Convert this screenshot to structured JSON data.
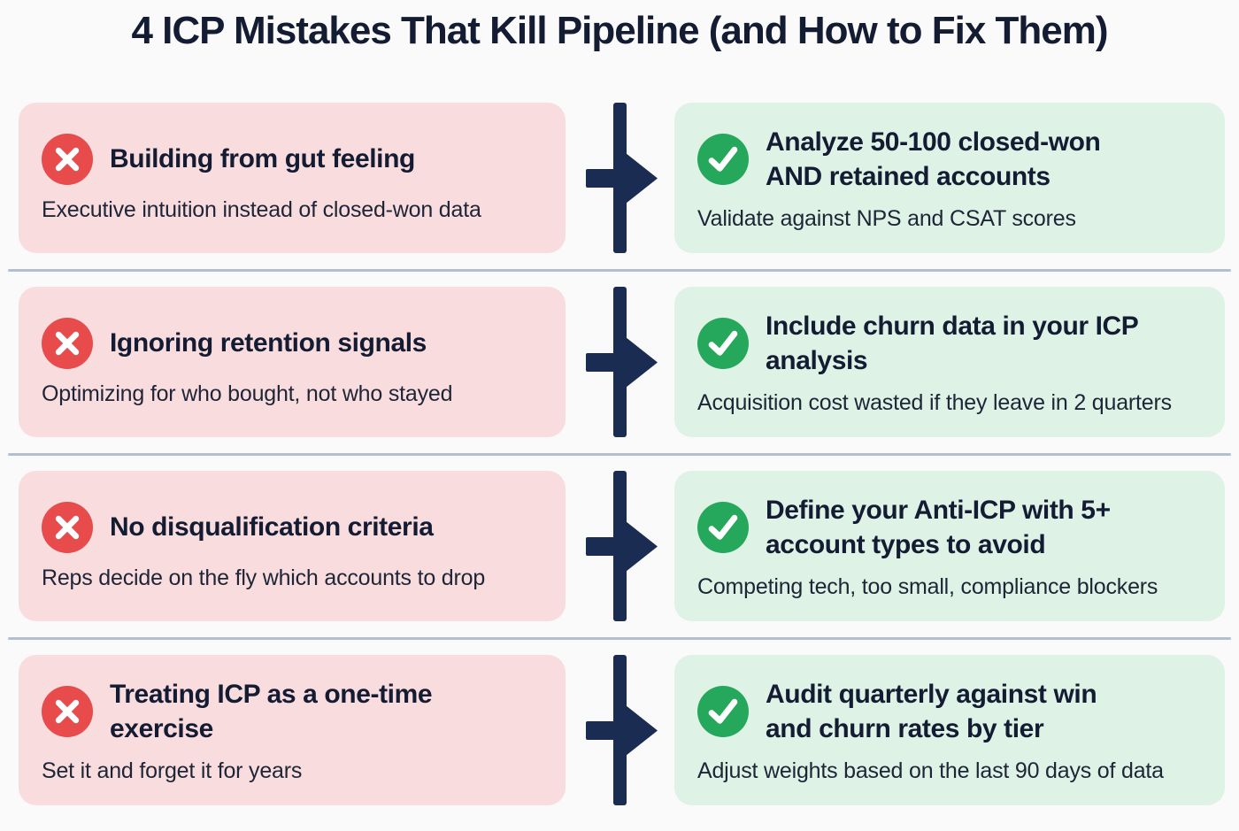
{
  "page": {
    "title": "4 ICP Mistakes That Kill Pipeline (and How to Fix Them)"
  },
  "colors": {
    "page_bg": "#fbfafa",
    "mistake_bg": "#f9dcdd",
    "fix_bg": "#def2e5",
    "mistake_icon": "#e84b4b",
    "fix_icon": "#25a75c",
    "arrow": "#1a2c52",
    "divider": "#b4bfce",
    "title_text": "#141c33",
    "subtitle_text": "#1d2537"
  },
  "icons": {
    "mistake": "x-circle-icon",
    "fix": "check-circle-icon",
    "between": "right-arrow-icon"
  },
  "rows": [
    {
      "mistake": {
        "title": "Building from gut feeling",
        "subtitle": "Executive intuition instead of closed-won data"
      },
      "fix": {
        "title": "Analyze 50-100 closed-won\nAND retained accounts",
        "subtitle": "Validate against NPS and CSAT scores"
      }
    },
    {
      "mistake": {
        "title": "Ignoring retention signals",
        "subtitle": "Optimizing for who bought, not who stayed"
      },
      "fix": {
        "title": "Include churn data in your ICP\nanalysis",
        "subtitle": "Acquisition cost wasted if they leave in 2 quarters"
      }
    },
    {
      "mistake": {
        "title": "No disqualification criteria",
        "subtitle": "Reps decide on the fly which accounts to drop"
      },
      "fix": {
        "title": "Define your Anti-ICP with 5+\naccount types to avoid",
        "subtitle": "Competing tech, too small, compliance blockers"
      }
    },
    {
      "mistake": {
        "title": "Treating ICP as a one-time\nexercise",
        "subtitle": "Set it and forget it for years"
      },
      "fix": {
        "title": "Audit quarterly against win\nand churn rates by tier",
        "subtitle": "Adjust weights based on the last 90 days of data"
      }
    }
  ]
}
